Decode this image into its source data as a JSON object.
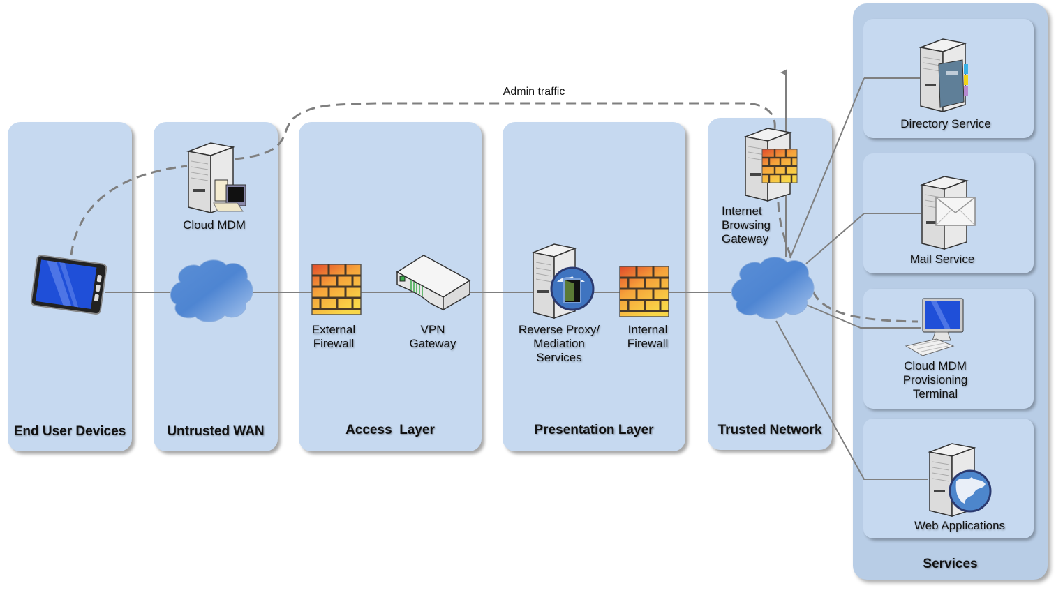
{
  "diagram": {
    "zones": [
      {
        "id": "end-user-devices",
        "title": "End User Devices"
      },
      {
        "id": "untrusted-wan",
        "title": "Untrusted WAN"
      },
      {
        "id": "access-layer",
        "title": "Access  Layer"
      },
      {
        "id": "presentation-layer",
        "title": "Presentation Layer"
      },
      {
        "id": "trusted-network",
        "title": "Trusted Network"
      },
      {
        "id": "services",
        "title": "Services"
      }
    ],
    "nodes": {
      "tablet": {
        "label": "",
        "icon": "tablet-icon"
      },
      "cloud_mdm": {
        "label": "Cloud MDM",
        "icon": "server-workstation-icon"
      },
      "wan_cloud": {
        "label": "",
        "icon": "cloud-icon"
      },
      "external_firewall": {
        "label": "External\nFirewall",
        "icon": "firewall-icon"
      },
      "vpn_gateway": {
        "label": "VPN\nGateway",
        "icon": "vpn-gateway-icon"
      },
      "reverse_proxy": {
        "label": "Reverse Proxy/\nMediation\nServices",
        "icon": "server-globe-door-icon"
      },
      "internal_firewall": {
        "label": "Internal\nFirewall",
        "icon": "firewall-icon"
      },
      "internet_browsing_gateway": {
        "label": "Internet\nBrowsing\nGateway",
        "icon": "server-firewall-icon"
      },
      "trusted_cloud": {
        "label": "",
        "icon": "cloud-icon"
      },
      "directory_service": {
        "label": "Directory Service",
        "icon": "server-addressbook-icon"
      },
      "mail_service": {
        "label": "Mail Service",
        "icon": "server-mail-icon"
      },
      "provisioning_terminal": {
        "label": "Cloud MDM\nProvisioning\nTerminal",
        "icon": "desktop-computer-icon"
      },
      "web_applications": {
        "label": "Web Applications",
        "icon": "server-globe-icon"
      }
    },
    "annotations": {
      "admin_traffic": "Admin traffic"
    },
    "colors": {
      "zone_fill": "#c6d9f0",
      "services_fill": "#b8cde6",
      "link_color": "#7f7f7f",
      "dashed_color": "#7f7f7f"
    }
  }
}
